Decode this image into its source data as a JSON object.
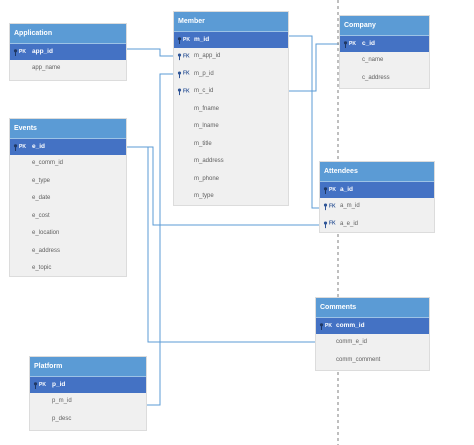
{
  "key_marks": {
    "pk": "PK",
    "fk": "FK"
  },
  "tables": {
    "application": {
      "title": "Application",
      "pk": "app_id",
      "fields": [
        "app_name"
      ]
    },
    "member": {
      "title": "Member",
      "pk": "m_id",
      "fks": [
        "m_app_id",
        "m_p_id",
        "m_c_id"
      ],
      "fields": [
        "m_fname",
        "m_lname",
        "m_title",
        "m_address",
        "m_phone",
        "m_type"
      ]
    },
    "company": {
      "title": "Company",
      "pk": "c_id",
      "fields": [
        "c_name",
        "c_address"
      ]
    },
    "events": {
      "title": "Events",
      "pk": "e_id",
      "fields": [
        "e_comm_id",
        "e_type",
        "e_date",
        "e_cost",
        "e_location",
        "e_address",
        "e_topic"
      ]
    },
    "attendees": {
      "title": "Attendees",
      "pk": "a_id",
      "fks": [
        "a_m_id",
        "a_e_id"
      ]
    },
    "comments": {
      "title": "Comments",
      "pk": "comm_id",
      "fields": [
        "comm_e_id",
        "comm_comment"
      ]
    },
    "platform": {
      "title": "Platform",
      "pk": "p_id",
      "fields": [
        "p_m_id",
        "p_desc"
      ]
    }
  },
  "colors": {
    "header": "#5b9bd5",
    "pk_row": "#4472c4",
    "body": "#f0f0f0",
    "connector": "#5b9bd5"
  }
}
